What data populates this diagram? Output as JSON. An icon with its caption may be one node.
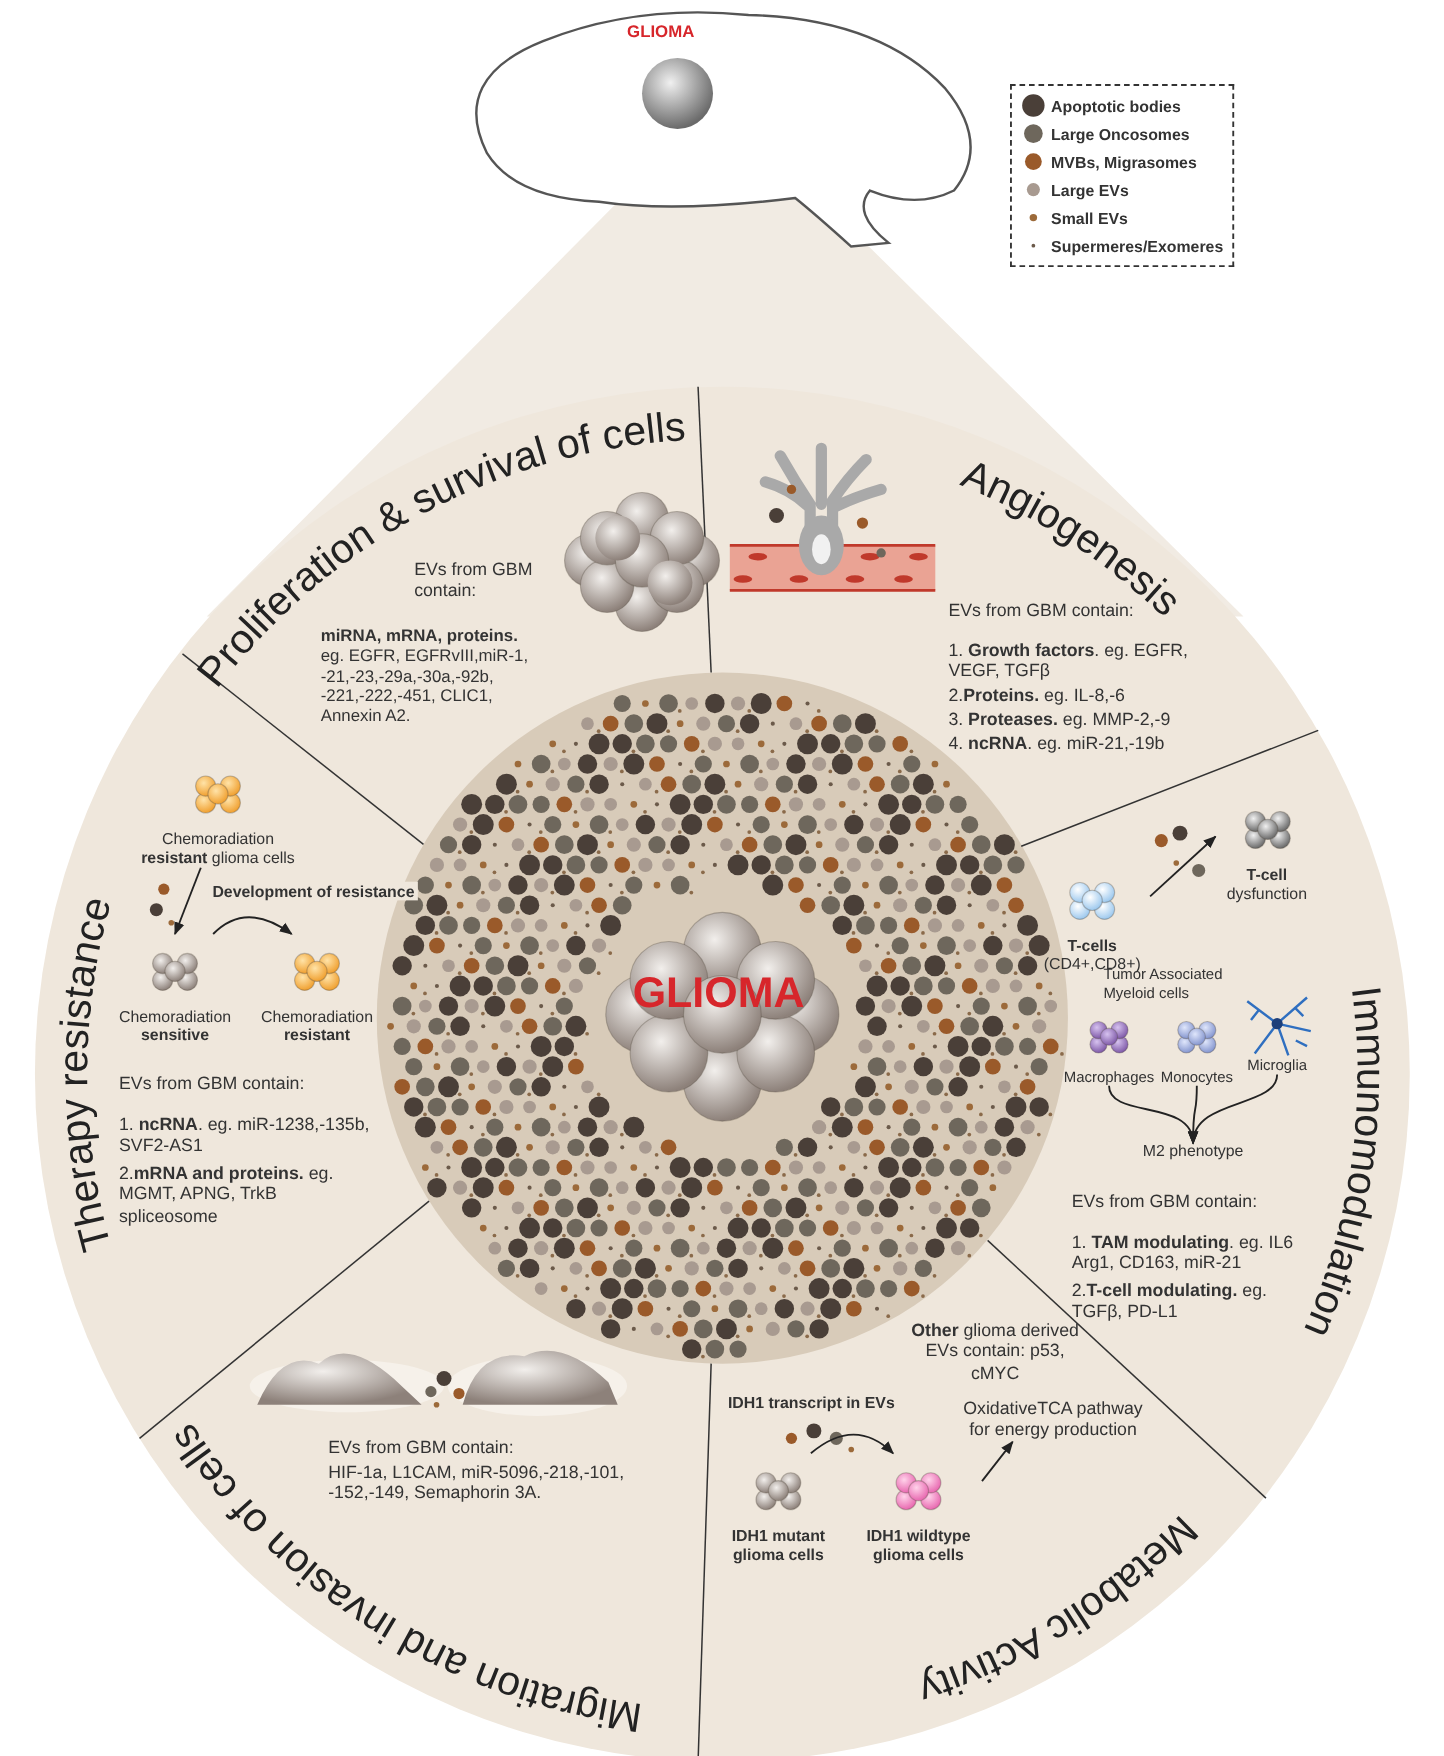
{
  "diagram": {
    "nodes": [
      {
        "text": [
          "GLIOMA"
        ]
      },
      {
        "text": [
          "GLIOMA"
        ]
      },
      {
        "text": [
          "Chemoradiation **resistant** glioma cells"
        ]
      },
      {
        "text": [
          "Chemoradiation **sensitive**"
        ]
      },
      {
        "text": [
          "Chemoradiation **resistant**"
        ]
      },
      {
        "text": [
          "**T-cells** (CD4+,CD8+)"
        ]
      },
      {
        "text": [
          "**T-cell** dysfunction"
        ]
      },
      {
        "text": [
          "Macrophages"
        ]
      },
      {
        "text": [
          "Monocytes"
        ]
      },
      {
        "text": [
          "Microglia"
        ]
      },
      {
        "text": [
          "M2 phenotype"
        ]
      },
      {
        "text": [
          "IDH1 mutant glioma cells"
        ]
      },
      {
        "text": [
          "IDH1 wildtype glioma cells"
        ]
      },
      {
        "text": [
          "OxidativeTCA pathway for energy production"
        ]
      }
    ],
    "edges": [
      {
        "from": 2,
        "to": 3,
        "arrow": "to"
      },
      {
        "from": 3,
        "to": 4,
        "arrow": "to",
        "label": "Development of resistance"
      },
      {
        "from": 5,
        "to": 6,
        "arrow": "to"
      },
      {
        "from": 7,
        "to": 10,
        "arrow": "to"
      },
      {
        "from": 8,
        "to": 10,
        "arrow": "to"
      },
      {
        "from": 9,
        "to": 10,
        "arrow": "to"
      },
      {
        "from": 11,
        "to": 12,
        "arrow": "to",
        "label": "IDH1 transcript in EVs"
      },
      {
        "from": 12,
        "to": 13,
        "arrow": "to"
      }
    ],
    "labels": [
      "Proliferation & survival of cells",
      "EVs from GBM contain:",
      "**miRNA, mRNA, proteins.** eg. EGFR, EGFRvIII,miR-1, -21,-23,-29a,-30a,-92b, -221,-222,-451, CLIC1, Annexin A2.",
      "Angiogenesis",
      "EVs from GBM contain:",
      "1. **Growth factors**. eg. EGFR, VEGF, TGFβ",
      "2.**Proteins.** eg. IL-8,-6",
      "3. **Proteases.** eg. MMP-2,-9",
      "4. **ncRNA**. eg. miR-21,-19b",
      "Therapy resistance",
      "EVs from GBM contain:",
      "1. **ncRNA**. eg. miR-1238,-135b, SVF2-AS1",
      "2.**mRNA and proteins.** eg. MGMT, APNG, TrkB spliceosome",
      "Tumor Associated Myeloid cells",
      "Immunomodulation",
      "EVs from GBM contain:",
      "1. **TAM modulating**. eg. IL6 Arg1, CD163, miR-21",
      "2.**T-cell modulating.** eg. TGFβ, PD-L1",
      "**Other** glioma derived EVs contain: p53, cMYC",
      "Migration and invasion of cells",
      "EVs from GBM contain:",
      "HIF-1a, L1CAM, miR-5096,-218,-101, -152,-149, Semaphorin 3A.",
      "Metabolic Activity"
    ],
    "legend": [
      {
        "text": "Apoptotic bodies",
        "color": "#4a3f38"
      },
      {
        "text": "Large Oncosomes",
        "color": "#6e675c"
      },
      {
        "text": "MVBs, Migrasomes",
        "color": "#9a5a2a"
      },
      {
        "text": "Large EVs",
        "color": "#a89a90"
      },
      {
        "text": "Small EVs",
        "color": "#9c6a3a"
      },
      {
        "text": "Supermeres/Exomeres",
        "color": "#6b5a4a"
      }
    ]
  }
}
